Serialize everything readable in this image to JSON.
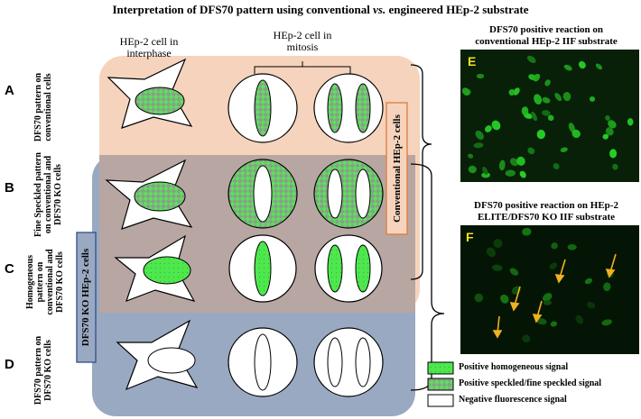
{
  "title": {
    "pre": "Interpretation of DFS70 pattern using conventional ",
    "italic": "vs.",
    "post": " engineered HEp-2 substrate"
  },
  "headers": {
    "interphase_l1": "HEp-2 cell in",
    "interphase_l2": "interphase",
    "mitosis_l1": "HEp-2 cell in",
    "mitosis_l2": "mitosis"
  },
  "rows": [
    {
      "letter": "A",
      "l1": "DFS70 pattern on",
      "l2": "conventional cells",
      "l3": ""
    },
    {
      "letter": "B",
      "l1": "Fine Speckled pattern",
      "l2": "on conventional and",
      "l3": "DFS70 KO cells"
    },
    {
      "letter": "C",
      "l1": "Homogeneous",
      "l2": "pattern on",
      "l3": "conventional and",
      "l4": "DFS70 KO cells"
    },
    {
      "letter": "D",
      "l1": "DFS70 pattern on",
      "l2": "DFS70 KO cells",
      "l3": ""
    }
  ],
  "boxes": {
    "conventional": "Conventional HEp-2 cells",
    "ko": "DFS70 KO HEp-2 cells"
  },
  "photos": [
    {
      "cap_l1": "DFS70 positive reaction on",
      "cap_l2": "conventional HEp-2 IIF substrate",
      "letter": "E"
    },
    {
      "cap_l1": "DFS70 positive reaction on HEp-2",
      "cap_l2": "ELITE/DFS70 KO IIF substrate",
      "letter": "F"
    }
  ],
  "legend": [
    {
      "label": "Positive homogeneous signal",
      "kind": "homogeneous"
    },
    {
      "label": "Positive speckled/fine speckled signal",
      "kind": "speckled"
    },
    {
      "label": "Negative fluorescence signal",
      "kind": "negative"
    }
  ],
  "colors": {
    "orange_region": "#f6d3bc",
    "blue_region": "#9aa9c2",
    "overlap": "#b7a6a4",
    "green": "#4ee84e",
    "speckle_dark": "#7a9e7a",
    "conventional_border": "#e07a3a",
    "ko_border": "#2e4e8c",
    "arrow": "#f0b020"
  }
}
